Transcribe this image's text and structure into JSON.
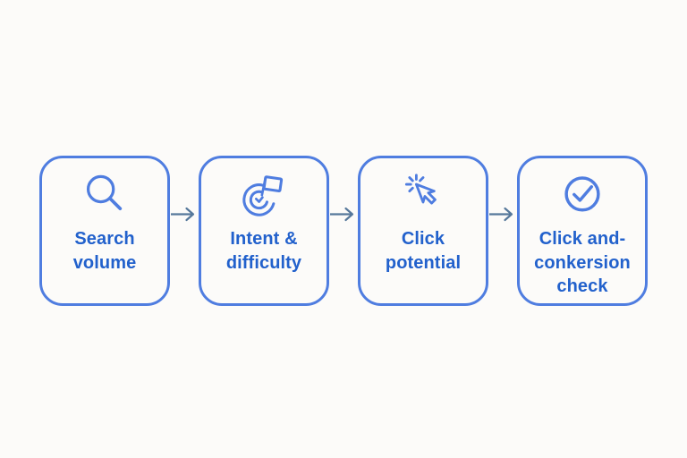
{
  "page": {
    "background_color": "#fcfbf9"
  },
  "diagram": {
    "colors": {
      "box_border": "#4f7de0",
      "icon_stroke": "#4f7de0",
      "label_text": "#2261cc",
      "arrow": "#56789b"
    },
    "connector_icon": "arrow-right-icon",
    "steps": [
      {
        "icon": "search-icon",
        "label": "Search\nvolume"
      },
      {
        "icon": "target-flag-icon",
        "label": "Intent &\ndifficulty"
      },
      {
        "icon": "cursor-click-icon",
        "label": "Click\npotential"
      },
      {
        "icon": "check-circle-icon",
        "label": "Click and-\nconkersion\ncheck"
      }
    ]
  }
}
